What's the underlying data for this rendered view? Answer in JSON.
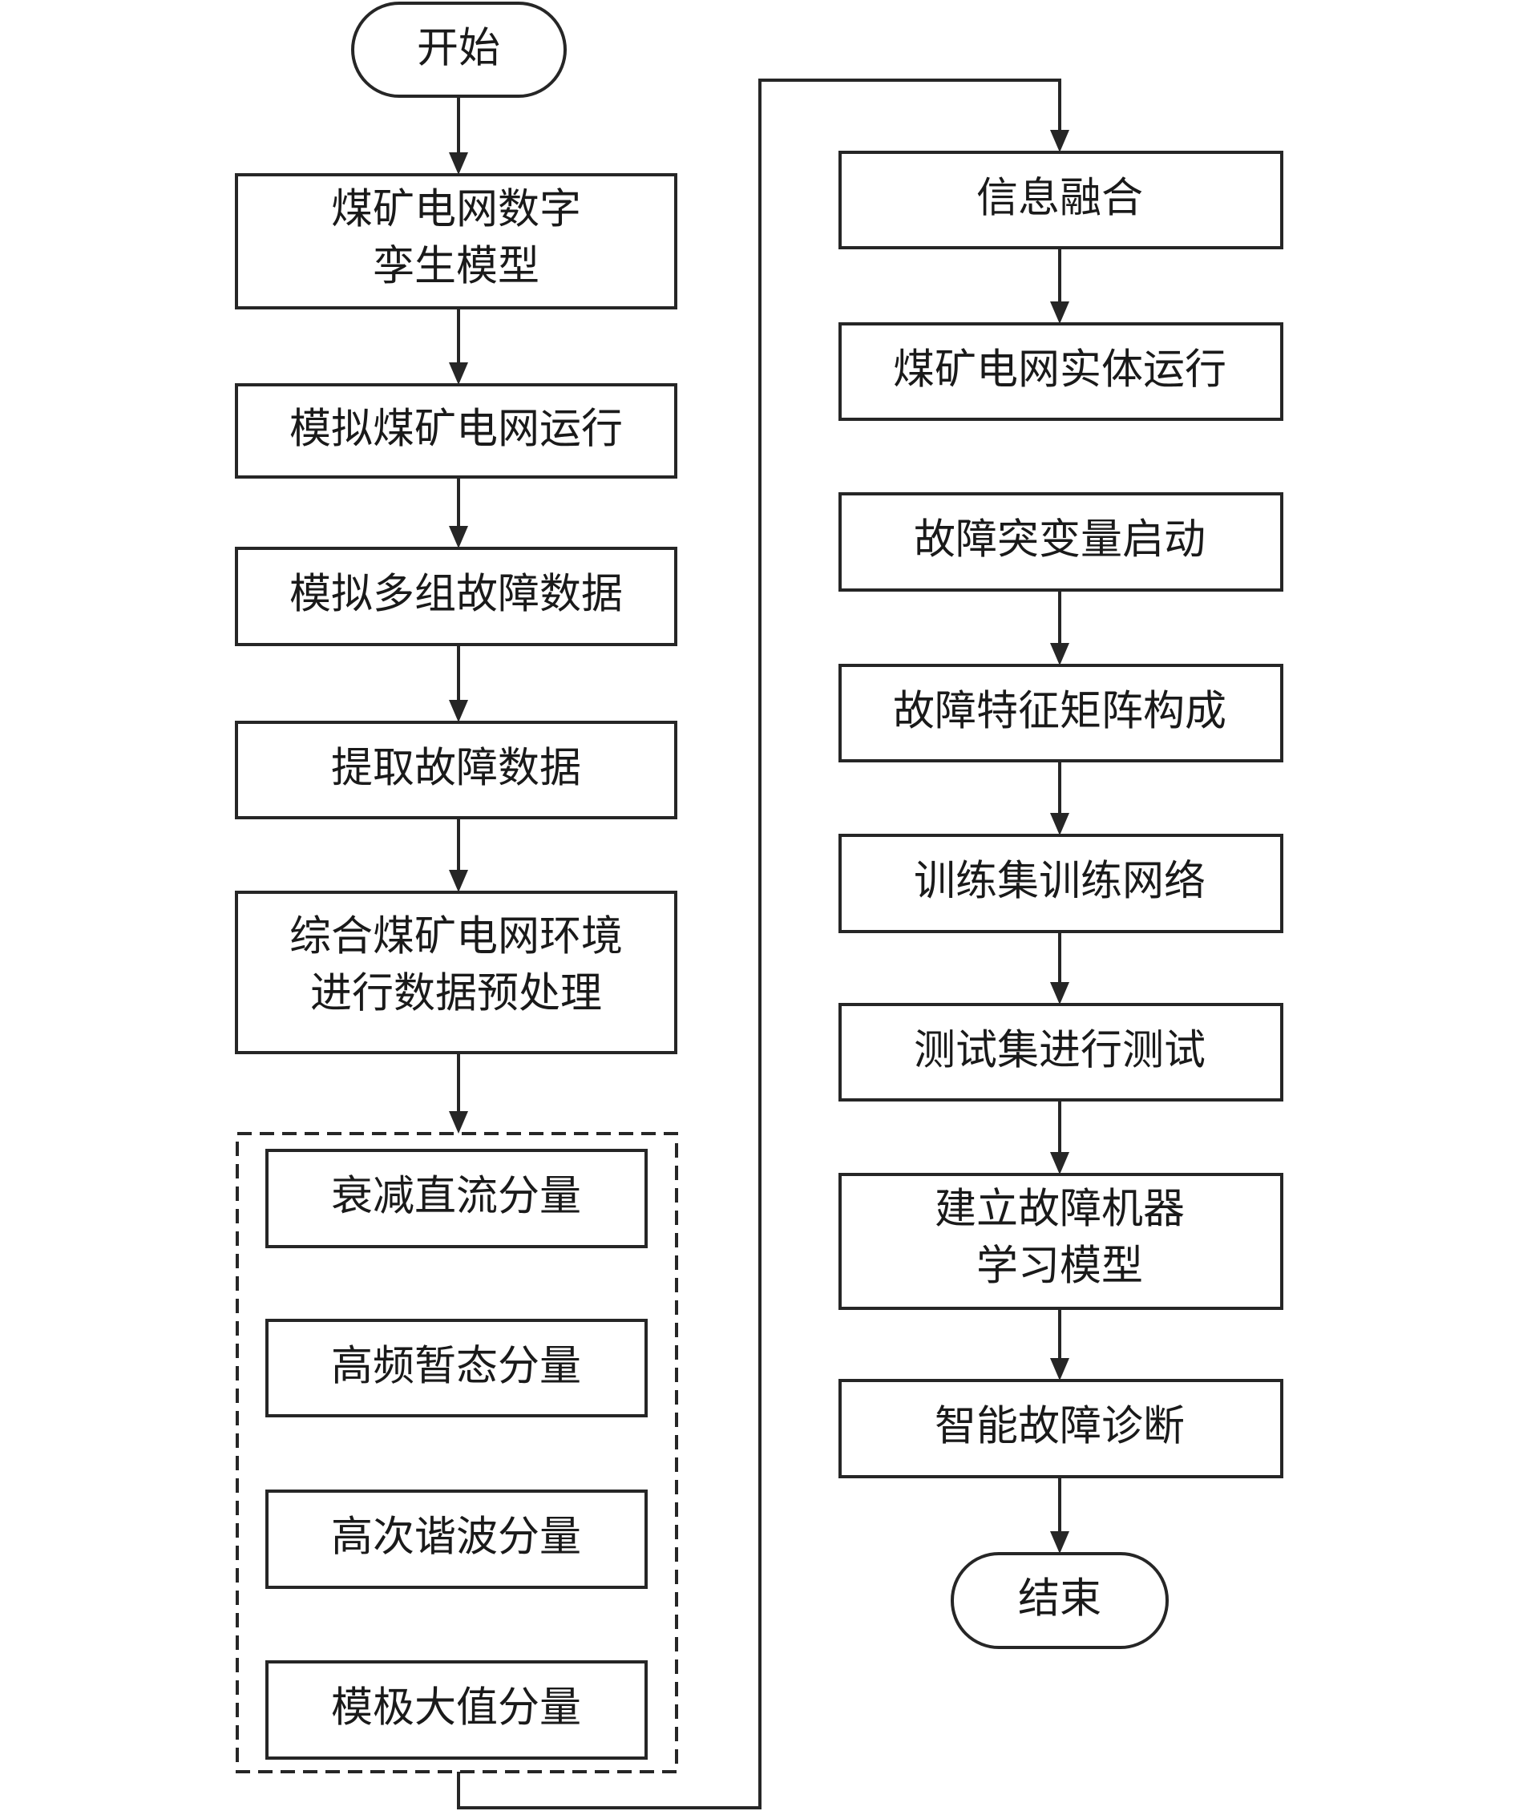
{
  "flowchart": {
    "start": "开始",
    "end": "结束",
    "left_column": [
      [
        "煤矿电网数字",
        "孪生模型"
      ],
      [
        "模拟煤矿电网运行"
      ],
      [
        "模拟多组故障数据"
      ],
      [
        "提取故障数据"
      ],
      [
        "综合煤矿电网环境",
        "进行数据预处理"
      ]
    ],
    "components": [
      "衰减直流分量",
      "高频暂态分量",
      "高次谐波分量",
      "模极大值分量"
    ],
    "right_column": [
      [
        "信息融合"
      ],
      [
        "煤矿电网实体运行"
      ],
      [
        "故障突变量启动"
      ],
      [
        "故障特征矩阵构成"
      ],
      [
        "训练集训练网络"
      ],
      [
        "测试集进行测试"
      ],
      [
        "建立故障机器",
        "学习模型"
      ],
      [
        "智能故障诊断"
      ]
    ]
  }
}
